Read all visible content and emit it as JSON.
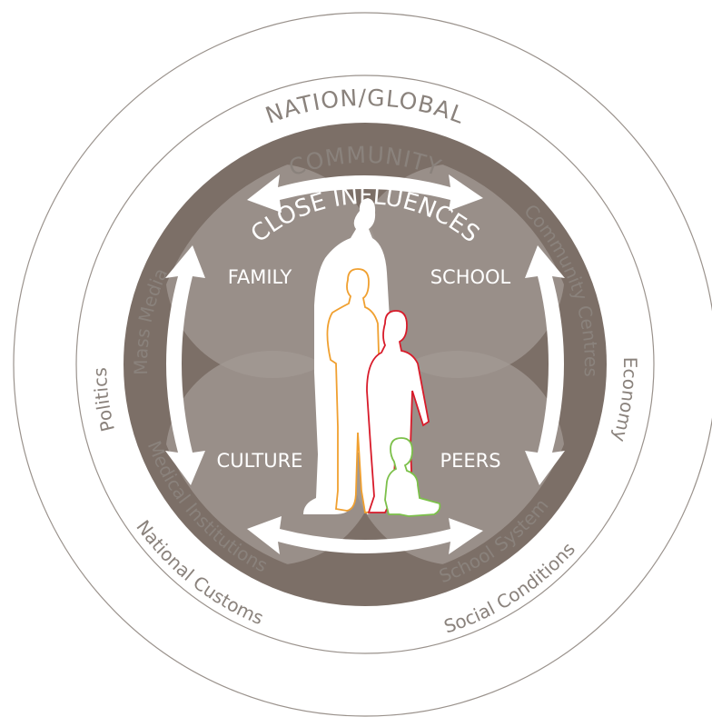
{
  "diagram": {
    "rings": {
      "outer_title": "NATION/GLOBAL",
      "middle_title": "COMMUNITY",
      "inner_title": "CLOSE INFLUENCES"
    },
    "nation_items": [
      "Politics",
      "Economy",
      "National Customs",
      "Social Conditions"
    ],
    "community_items": [
      "Mass Media",
      "Community Centres",
      "Medical Institutions",
      "School System"
    ],
    "close_influences": [
      "FAMILY",
      "SCHOOL",
      "CULTURE",
      "PEERS"
    ],
    "colors": {
      "ring_fill": "#7c6f67",
      "petal_fill": "#a39994",
      "lens_fill": "#bdb4ae",
      "text_gray": "#8a827c",
      "line_gray": "#9a928c",
      "figure_adult": "#ffffff",
      "figure_child_orange": "#f0a030",
      "figure_child_red": "#d81b2a",
      "figure_toddler_green": "#7cc04a"
    },
    "icons": [
      "two-way-arrow-icon",
      "family-silhouette-icon"
    ]
  }
}
